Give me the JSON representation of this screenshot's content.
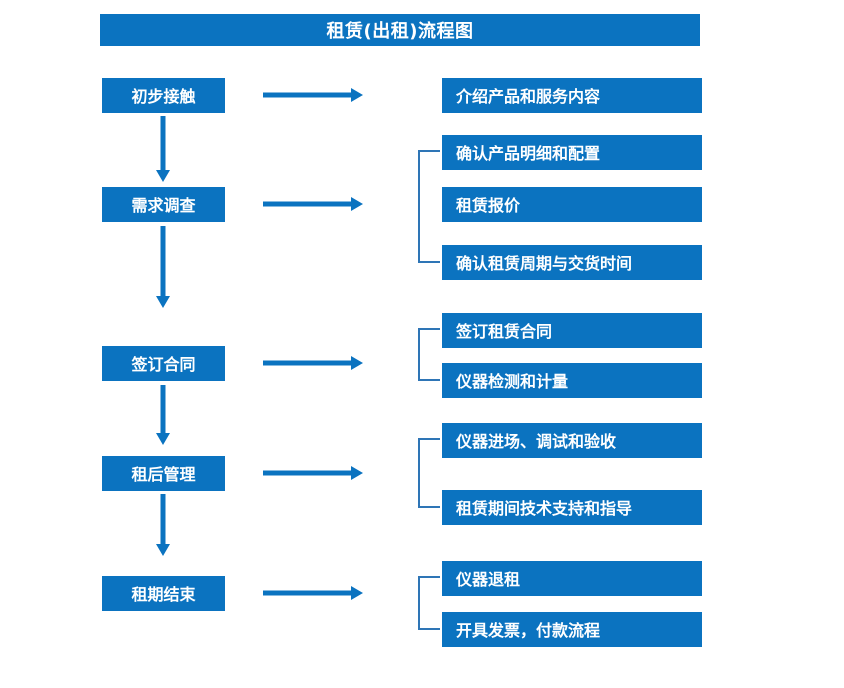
{
  "title": "租赁(出租)流程图",
  "colors": {
    "box_fill": "#0b73c0",
    "box_text": "#ffffff",
    "arrow": "#0b73c0",
    "bracket": "#2e75b6",
    "background": "#ffffff"
  },
  "stages": [
    {
      "name": "初步接触",
      "details": [
        "介绍产品和服务内容"
      ]
    },
    {
      "name": "需求调查",
      "details": [
        "确认产品明细和配置",
        "租赁报价",
        "确认租赁周期与交货时间"
      ]
    },
    {
      "name": "签订合同",
      "details": [
        "签订租赁合同",
        "仪器检测和计量"
      ]
    },
    {
      "name": "租后管理",
      "details": [
        "仪器进场、调试和验收",
        "租赁期间技术支持和指导"
      ]
    },
    {
      "name": "租期结束",
      "details": [
        "仪器退租",
        "开具发票，付款流程"
      ]
    }
  ]
}
